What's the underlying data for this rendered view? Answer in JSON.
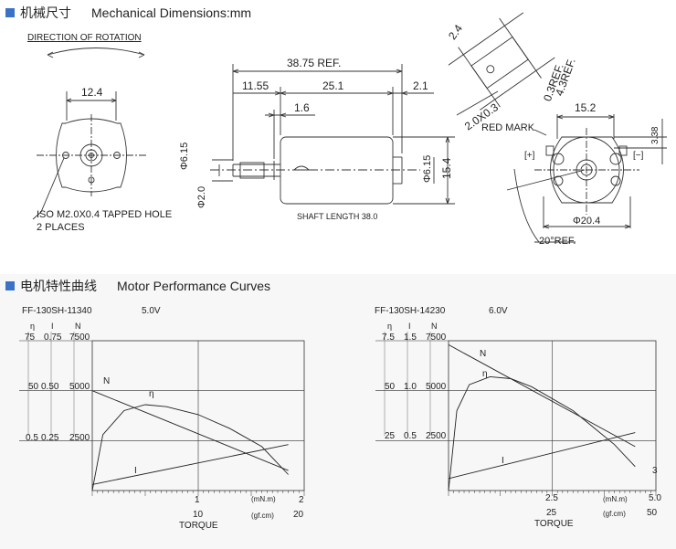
{
  "sections": {
    "mechanical": {
      "cn": "机械尺寸",
      "en": "Mechanical Dimensions:mm"
    },
    "performance": {
      "cn": "电机特性曲线",
      "en": "Motor Performance Curves"
    }
  },
  "front_view": {
    "rotation_label": "DIRECTION OF ROTATION",
    "width_dim": "12.4",
    "hole_note_line1": "ISO M2.0X0.4 TAPPED HOLE",
    "hole_note_line2": "2 PLACES"
  },
  "side_view": {
    "overall_len": "38.75 REF.",
    "dim_a": "11.55",
    "dim_b": "25.1",
    "dim_c": "2.1",
    "dim_d": "1.6",
    "shaft_dia": "Φ6.15",
    "shaft_small": "Φ2.0",
    "body_dia": "Φ6.15",
    "body_height": "15.4",
    "shaft_length": "SHAFT LENGTH 38.0"
  },
  "terminal_detail": {
    "d1": "2.4",
    "d2": "4.3REF.",
    "d3": "0.3REF.",
    "d4": "2.0X0.3"
  },
  "rear_view": {
    "red_mark": "RED MARK",
    "width": "15.2",
    "height": "3.38",
    "plus": "[+]",
    "minus": "[−]",
    "diameter": "Φ20.4",
    "angle": "20°REF."
  },
  "charts": [
    {
      "model": "FF-130SH-11340",
      "voltage": "5.0V",
      "axes_labels": {
        "eta": "η",
        "i": "I",
        "n": "N"
      },
      "eta_ticks": [
        "75",
        "50",
        "0.5"
      ],
      "i_ticks": [
        "0.75",
        "0.50",
        "0.25"
      ],
      "n_ticks": [
        "7500",
        "5000",
        "2500"
      ],
      "x_label": "TORQUE",
      "x_unit_top": "(mN.m)",
      "x_unit_bottom": "(gf.cm)",
      "x_top_ticks": [
        "1",
        "2"
      ],
      "x_bottom_ticks": [
        "10",
        "20"
      ],
      "curve_labels": {
        "n": "N",
        "eta": "η",
        "i": "I"
      }
    },
    {
      "model": "FF-130SH-14230",
      "voltage": "6.0V",
      "axes_labels": {
        "eta": "η",
        "i": "I",
        "n": "N"
      },
      "eta_ticks": [
        "7.5",
        "50",
        "25"
      ],
      "i_ticks": [
        "1.5",
        "1.0",
        "0.5"
      ],
      "n_ticks": [
        "7500",
        "5000",
        "2500"
      ],
      "x_label": "TORQUE",
      "x_unit_top": "(mN.m)",
      "x_unit_bottom": "(gf.cm)",
      "x_top_ticks": [
        "2.5",
        "5.0"
      ],
      "x_bottom_ticks": [
        "25",
        "50"
      ],
      "side_note": "3",
      "curve_labels": {
        "n": "N",
        "eta": "η",
        "i": "I"
      }
    }
  ],
  "chart_data": [
    {
      "type": "line",
      "title": "FF-130SH-11340 5.0V",
      "xlabel": "TORQUE (mN.m)",
      "xlim": [
        0,
        2
      ],
      "series": [
        {
          "name": "N",
          "x": [
            0,
            1.85
          ],
          "y": [
            5000,
            1000
          ]
        },
        {
          "name": "I",
          "x": [
            0,
            1.85
          ],
          "y": [
            0.03,
            0.23
          ]
        },
        {
          "name": "η",
          "x": [
            0,
            0.1,
            0.3,
            0.5,
            0.7,
            1.0,
            1.3,
            1.6,
            1.85
          ],
          "y": [
            0,
            28,
            40,
            43,
            42,
            38,
            31,
            22,
            8
          ]
        }
      ]
    },
    {
      "type": "line",
      "title": "FF-130SH-14230 6.0V",
      "xlabel": "TORQUE (mN.m)",
      "xlim": [
        0,
        5
      ],
      "series": [
        {
          "name": "N",
          "x": [
            0,
            4.5
          ],
          "y": [
            7300,
            2200
          ]
        },
        {
          "name": "I",
          "x": [
            0,
            4.5
          ],
          "y": [
            0.12,
            0.58
          ]
        },
        {
          "name": "η",
          "x": [
            0,
            0.2,
            0.5,
            1.0,
            1.5,
            2.0,
            3.0,
            4.0,
            4.5
          ],
          "y": [
            0,
            40,
            53,
            57,
            56,
            52,
            40,
            23,
            12
          ]
        }
      ]
    }
  ]
}
